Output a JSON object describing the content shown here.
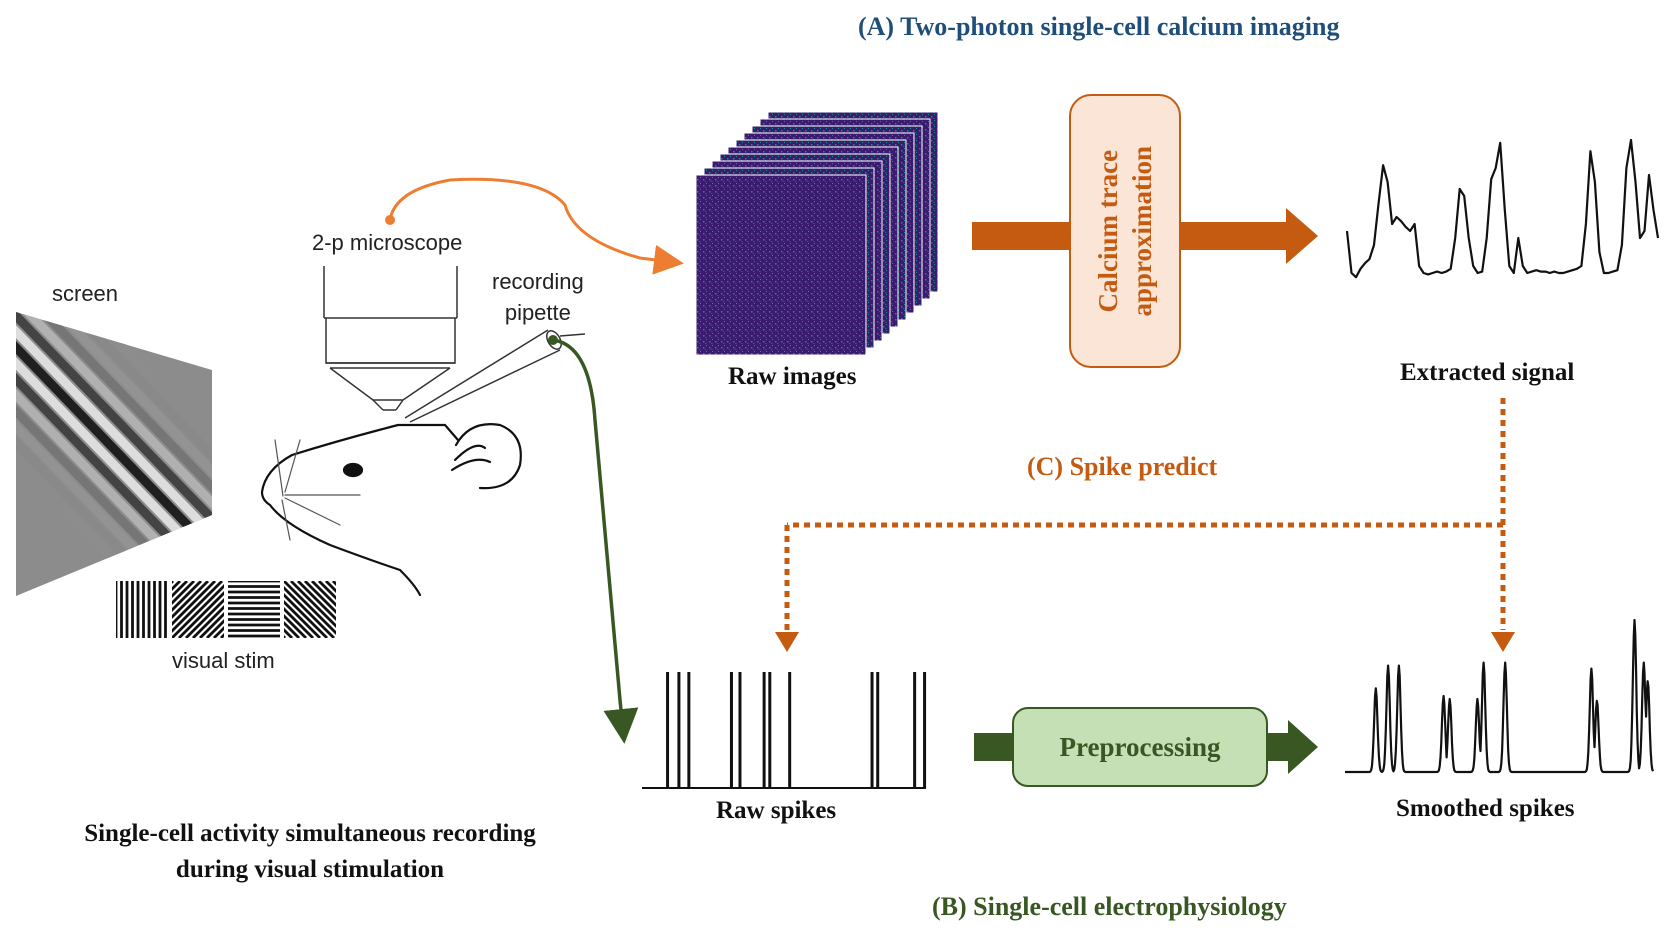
{
  "titles": {
    "section_a": "(A) Two-photon single-cell calcium imaging",
    "section_b": "(B) Single-cell electrophysiology",
    "section_c": "(C) Spike predict"
  },
  "colors": {
    "section_a": "#1f4e79",
    "section_b": "#385723",
    "section_c": "#c55a11",
    "orange_arrow": "#c55a11",
    "orange_curve": "#ed7d31",
    "green_arrow": "#385723",
    "calcium_box_fill": "#fbe5d6",
    "preprocessing_box_fill": "#c5e0b4",
    "raw_image_bg": "#3b1b6e"
  },
  "setup": {
    "screen_label": "screen",
    "microscope_label": "2-p microscope",
    "pipette_label_line1": "recording",
    "pipette_label_line2": "pipette",
    "visual_stim_label": "visual stim",
    "caption_line1": "Single-cell activity simultaneous recording",
    "caption_line2": "during visual stimulation"
  },
  "pipeline_a": {
    "raw_images_label": "Raw images",
    "process_label_line1": "Calcium trace",
    "process_label_line2": "approximation",
    "output_label": "Extracted signal"
  },
  "pipeline_b": {
    "raw_spikes_label": "Raw spikes",
    "process_label": "Preprocessing",
    "output_label": "Smoothed spikes"
  },
  "chart_data": [
    {
      "type": "line",
      "title": "Extracted signal",
      "x": [
        0,
        1,
        2,
        3,
        4,
        5,
        6,
        7,
        8,
        9,
        10,
        11,
        12,
        13,
        14,
        15,
        16,
        17,
        18,
        19,
        20,
        21,
        22,
        23,
        24,
        25,
        26,
        27,
        28,
        29,
        30,
        31,
        32,
        33,
        34,
        35,
        36,
        37,
        38,
        39,
        40,
        41,
        42,
        43,
        44,
        45,
        46,
        47,
        48,
        49,
        50,
        51,
        52,
        53,
        54,
        55,
        56,
        57,
        58,
        59,
        60,
        61,
        62,
        63,
        64,
        65,
        66,
        67,
        68,
        69,
        70,
        71,
        72,
        73,
        74,
        75,
        76,
        77,
        78,
        79,
        80
      ],
      "values": [
        0.35,
        0.05,
        0.02,
        0.08,
        0.12,
        0.15,
        0.25,
        0.55,
        0.82,
        0.7,
        0.4,
        0.45,
        0.42,
        0.38,
        0.35,
        0.4,
        0.1,
        0.05,
        0.04,
        0.05,
        0.06,
        0.05,
        0.06,
        0.08,
        0.3,
        0.65,
        0.6,
        0.3,
        0.1,
        0.05,
        0.06,
        0.3,
        0.72,
        0.8,
        0.98,
        0.5,
        0.1,
        0.05,
        0.3,
        0.1,
        0.05,
        0.06,
        0.07,
        0.06,
        0.06,
        0.05,
        0.06,
        0.05,
        0.05,
        0.06,
        0.07,
        0.08,
        0.1,
        0.4,
        0.92,
        0.7,
        0.2,
        0.05,
        0.05,
        0.06,
        0.07,
        0.25,
        0.8,
        1.0,
        0.7,
        0.3,
        0.35,
        0.75,
        0.5,
        0.3
      ],
      "ylim": [
        0,
        1
      ],
      "xlabel": "",
      "ylabel": ""
    },
    {
      "type": "bar",
      "title": "Raw spikes",
      "spike_times": [
        9,
        13,
        16.5,
        31.5,
        34.5,
        43,
        45,
        52,
        81,
        83,
        96,
        99.5
      ],
      "xlim": [
        0,
        100
      ],
      "xlabel": "",
      "ylabel": ""
    },
    {
      "type": "line",
      "title": "Smoothed spikes",
      "peaks": [
        {
          "t": 10,
          "height": 0.55
        },
        {
          "t": 14,
          "height": 0.7
        },
        {
          "t": 17.5,
          "height": 0.7
        },
        {
          "t": 32,
          "height": 0.5
        },
        {
          "t": 34,
          "height": 0.48
        },
        {
          "t": 43,
          "height": 0.48
        },
        {
          "t": 45,
          "height": 0.72
        },
        {
          "t": 52,
          "height": 0.72
        },
        {
          "t": 80,
          "height": 0.68
        },
        {
          "t": 81.8,
          "height": 0.47
        },
        {
          "t": 94,
          "height": 1.0
        },
        {
          "t": 97,
          "height": 0.72
        },
        {
          "t": 98.3,
          "height": 0.6
        }
      ],
      "xlim": [
        0,
        100
      ],
      "ylim": [
        0,
        1
      ],
      "xlabel": "",
      "ylabel": ""
    }
  ]
}
